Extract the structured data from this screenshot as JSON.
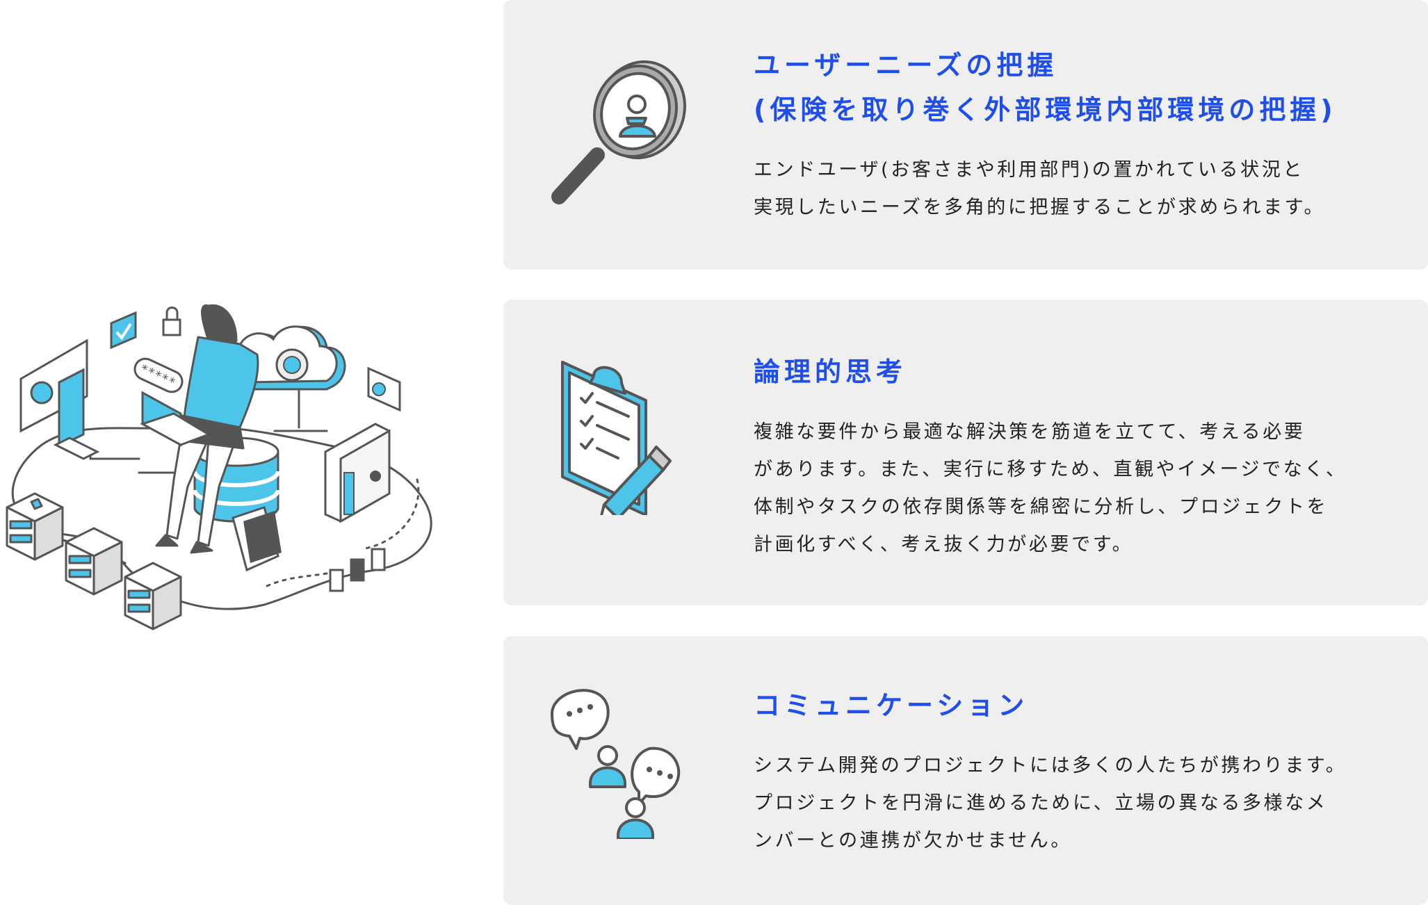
{
  "colors": {
    "accent_blue": "#1f4fe8",
    "illustration_cyan": "#4dc4ea",
    "card_background": "#efefef",
    "text": "#222222",
    "outline": "#555555"
  },
  "hero_illustration": {
    "icon": "woman-with-laptop-on-database-network-illustration",
    "password_bubble_text": "*****"
  },
  "cards": [
    {
      "icon": "magnifier-user-icon",
      "title_lines": [
        "ユーザーニーズの把握",
        "(保険を取り巻く外部環境内部環境の把握)"
      ],
      "body_lines": [
        "エンドユーザ(お客さまや利用部門)の置かれている状況と",
        "実現したいニーズを多角的に把握することが求められます。"
      ]
    },
    {
      "icon": "clipboard-checklist-pencil-icon",
      "title_lines": [
        "論理的思考"
      ],
      "body_lines": [
        "複雑な要件から最適な解決策を筋道を立てて、考える必要",
        "があります。また、実行に移すため、直観やイメージでなく、",
        "体制やタスクの依存関係等を綿密に分析し、プロジェクトを",
        "計画化すべく、考え抜く力が必要です。"
      ]
    },
    {
      "icon": "chat-people-icon",
      "title_lines": [
        "コミュニケーション"
      ],
      "body_lines": [
        "システム開発のプロジェクトには多くの人たちが携わります。",
        "プロジェクトを円滑に進めるために、立場の異なる多様なメ",
        "ンバーとの連携が欠かせません。"
      ]
    }
  ]
}
